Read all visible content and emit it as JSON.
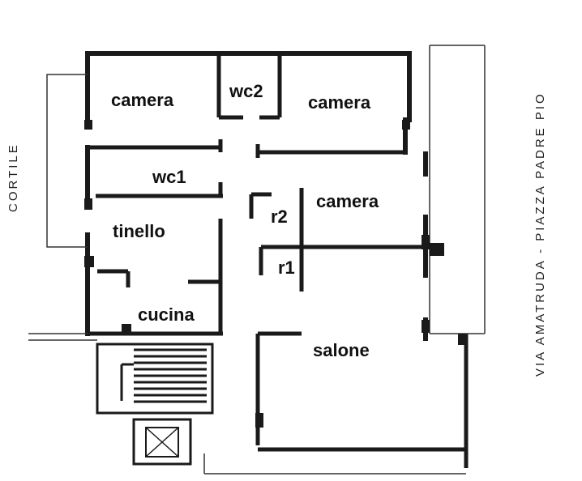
{
  "plan": {
    "rooms": {
      "camera_top_left": "camera",
      "wc2": "wc2",
      "camera_top_right": "camera",
      "wc1": "wc1",
      "camera_middle": "camera",
      "r2": "r2",
      "tinello": "tinello",
      "r1": "r1",
      "cucina": "cucina",
      "salone": "salone"
    },
    "side_labels": {
      "left": "CORTILE",
      "right": "VIA AMATRUDA - PIAZZA PADRE PIO"
    },
    "colors": {
      "wall": "#1a1a1a",
      "line": "#333333",
      "background": "#ffffff"
    }
  }
}
